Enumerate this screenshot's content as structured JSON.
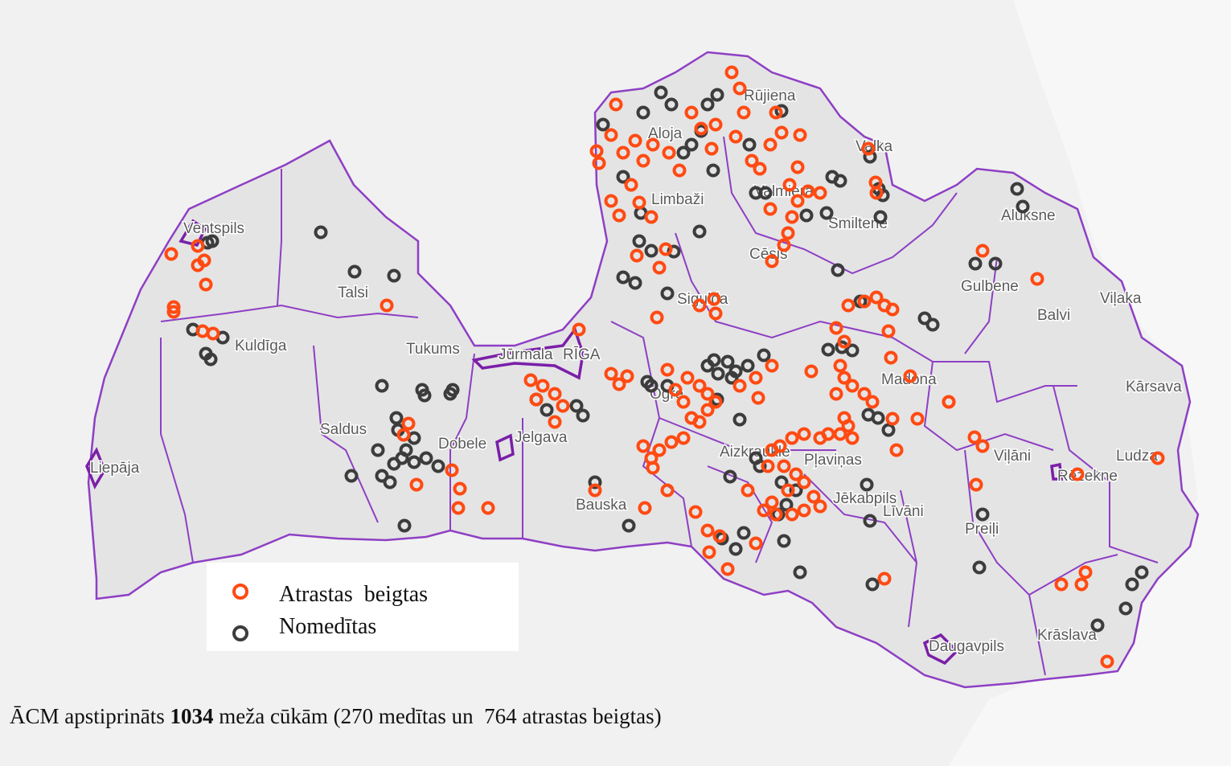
{
  "colors": {
    "found_dead": "#ff4a12",
    "hunted": "#3c3c3c",
    "border": "#8e3fc4",
    "region_fill": "#e6e6e6"
  },
  "legend": {
    "found_dead_label": "Atrastas  beigtas",
    "hunted_label": "Nomedītas"
  },
  "caption": {
    "prefix": "ĀCM apstiprināts ",
    "total": "1034",
    "suffix": " meža cūkām (270 medītas un  764 atrastas beigtas)"
  },
  "cities": [
    {
      "name": "Ventspils"
    },
    {
      "name": "Talsi"
    },
    {
      "name": "Kuldīga"
    },
    {
      "name": "Tukums"
    },
    {
      "name": "Saldus"
    },
    {
      "name": "Liepāja"
    },
    {
      "name": "Dobele"
    },
    {
      "name": "Jelgava"
    },
    {
      "name": "Jūrmala"
    },
    {
      "name": "RĪGA"
    },
    {
      "name": "Bauska"
    },
    {
      "name": "Ogre"
    },
    {
      "name": "Aizkraukle"
    },
    {
      "name": "Pļaviņas"
    },
    {
      "name": "Jēkabpils"
    },
    {
      "name": "Līvāni"
    },
    {
      "name": "Preiļi"
    },
    {
      "name": "Daugavpils"
    },
    {
      "name": "Krāslava"
    },
    {
      "name": "Rēzekne"
    },
    {
      "name": "Viļāni"
    },
    {
      "name": "Ludza"
    },
    {
      "name": "Kārsava"
    },
    {
      "name": "Balvi"
    },
    {
      "name": "Viļaka"
    },
    {
      "name": "Gulbene"
    },
    {
      "name": "Alūksne"
    },
    {
      "name": "Madona"
    },
    {
      "name": "Cēsis"
    },
    {
      "name": "Sigulda"
    },
    {
      "name": "Smiltene"
    },
    {
      "name": "Valka"
    },
    {
      "name": "Valmiera"
    },
    {
      "name": "Rūjiena"
    },
    {
      "name": "Limbaži"
    },
    {
      "name": "Aloja"
    }
  ]
}
